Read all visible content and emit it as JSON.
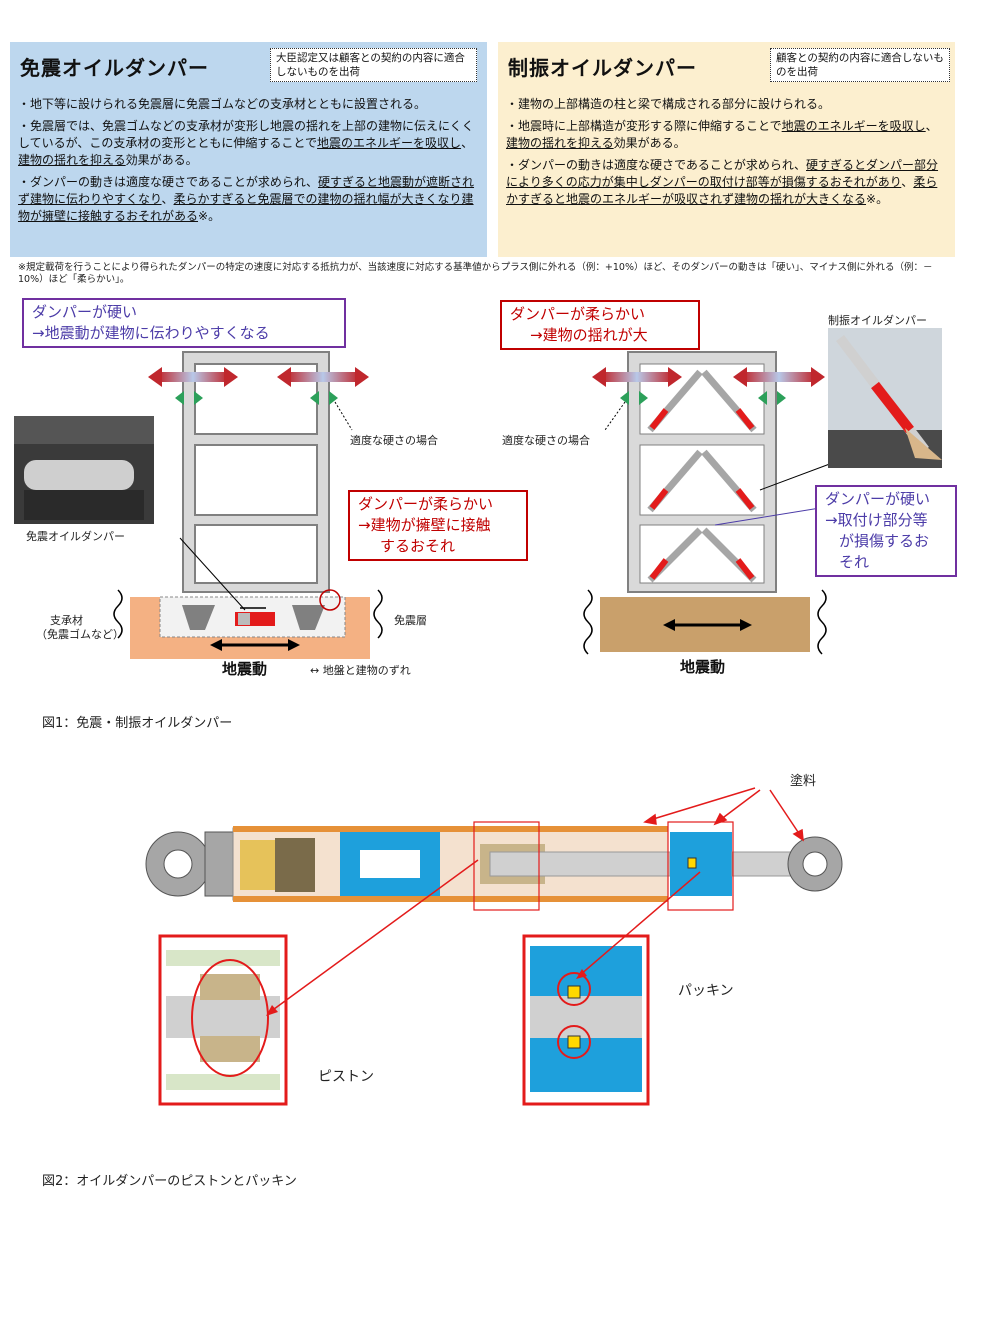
{
  "left_panel": {
    "title": "免震オイルダンパー",
    "note": "大臣認定又は顧客との契約の内容に適合しないものを出荷",
    "b1": "・地下等に設けられる免震層に免震ゴムなどの支承材とともに設置される。",
    "b2_pre": "・免震層では、免震ゴムなどの支承材が変形し地震の揺れを上部の建物に伝えにくくしているが、この支承材の変形とともに伸縮することで",
    "b2_u1": "地震のエネルギーを吸収し",
    "b2_mid": "、",
    "b2_u2": "建物の揺れを抑える",
    "b2_post": "効果がある。",
    "b3_pre": "・ダンパーの動きは適度な硬さであることが求められ、",
    "b3_u1": "硬すぎると地震動が遮断されず建物に伝わりやすくなり",
    "b3_mid": "、",
    "b3_u2": "柔らかすぎると免震層での建物の揺れ幅が大きくなり建物が擁壁に接触するおそれがある",
    "b3_post": "※。"
  },
  "right_panel": {
    "title": "制振オイルダンパー",
    "note": "顧客との契約の内容に適合しないものを出荷",
    "b1": "・建物の上部構造の柱と梁で構成される部分に設けられる。",
    "b2_pre": "・地震時に上部構造が変形する際に伸縮することで",
    "b2_u1": "地震のエネルギーを吸収し",
    "b2_mid": "、",
    "b2_u2": "建物の揺れを抑える",
    "b2_post": "効果がある。",
    "b3_pre": "・ダンパーの動きは適度な硬さであることが求められ、",
    "b3_u1": "硬すぎるとダンパー部分により多くの応力が集中しダンパーの取付け部等が損傷するおそれがあり",
    "b3_mid": "、",
    "b3_u2": "柔らかすぎると地震のエネルギーが吸収されず建物の揺れが大きくなる",
    "b3_post": "※。"
  },
  "footnote": "※規定載荷を行うことにより得られたダンパーの特定の速度に対応する抵抗力が、当該速度に対応する基準値からプラス側に外れる（例：+10%）ほど、そのダンパーの動きは「硬い」、マイナス側に外れる（例：－10%）ほど「柔らかい」。",
  "figure1": {
    "callout_hard_left": [
      "ダンパーが硬い",
      "→地震動が建物に伝わりやすくなる"
    ],
    "callout_soft_right": [
      "ダンパーが柔らかい",
      "→建物の揺れが大"
    ],
    "callout_soft_left": [
      "ダンパーが柔らかい",
      "→建物が擁壁に接触",
      "するおそれ"
    ],
    "callout_hard_right": [
      "ダンパーが硬い",
      "→取付け部分等",
      "が損傷するお",
      "それ"
    ],
    "label_moderate_left": "適度な硬さの場合",
    "label_moderate_right": "適度な硬さの場合",
    "label_photo_left": "免震オイルダンパー",
    "label_photo_right": "制振オイルダンパー",
    "label_bearing": "支承材",
    "label_bearing_sub": "（免震ゴムなど）",
    "label_isolation_layer": "免震層",
    "label_ground_motion_left": "地震動",
    "label_ground_motion_right": "地震動",
    "label_displacement": "↔ 地盤と建物のずれ",
    "caption": "図1：免震・制振オイルダンパー"
  },
  "figure2": {
    "label_paint": "塗料",
    "label_piston": "ピストン",
    "label_packing": "パッキン",
    "caption": "図2：オイルダンパーのピストンとパッキン"
  }
}
